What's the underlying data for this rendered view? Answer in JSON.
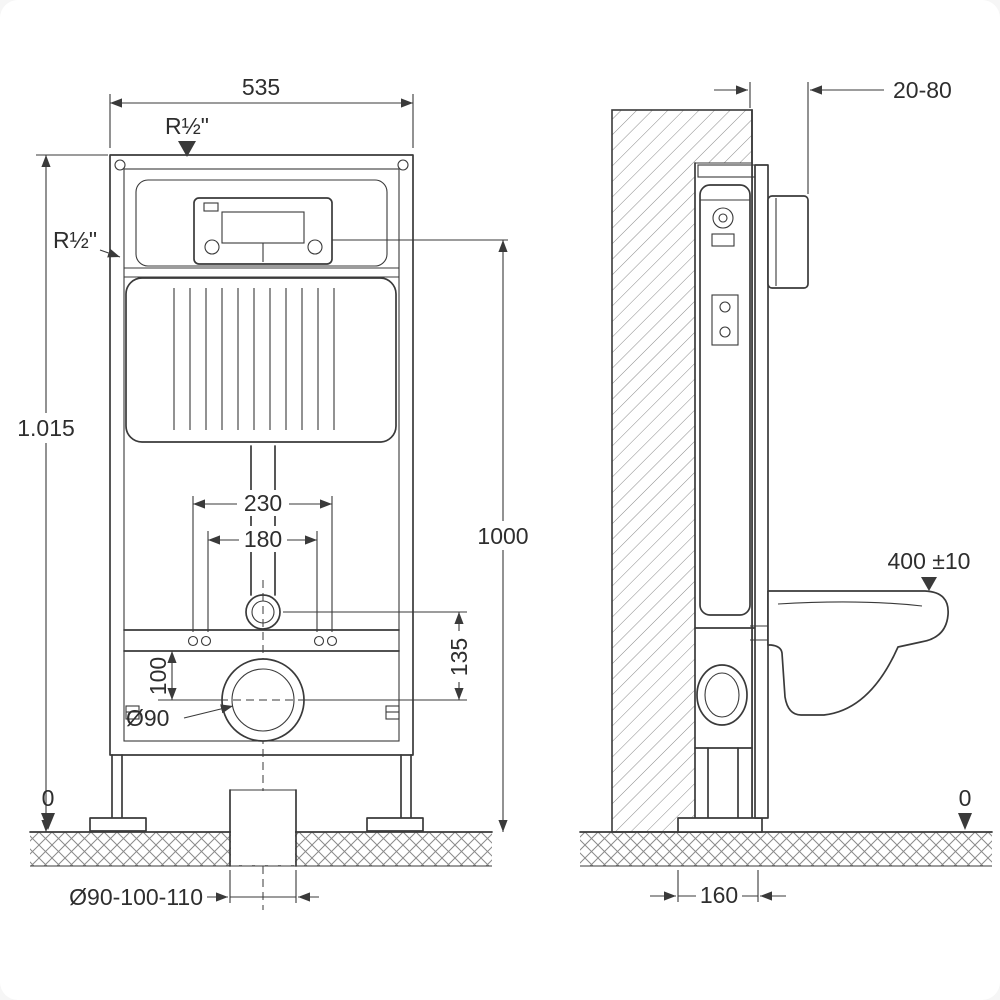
{
  "front_view": {
    "width_mm": "535",
    "supply_connection_top": "R½\"",
    "supply_connection_left": "R½\"",
    "total_height_m": "1.015",
    "fixing_spacing_outer": "230",
    "fixing_spacing_inner": "180",
    "actuation_height": "1000",
    "inlet_to_outlet": "135",
    "outlet_height": "100",
    "outlet_diameter": "Ø90",
    "floor_level": "0",
    "drain_pipe_diameter": "Ø90-100-110"
  },
  "side_view": {
    "wall_finish_range": "20-80",
    "bowl_height": "400 ±10",
    "floor_level": "0",
    "frame_depth": "160"
  }
}
